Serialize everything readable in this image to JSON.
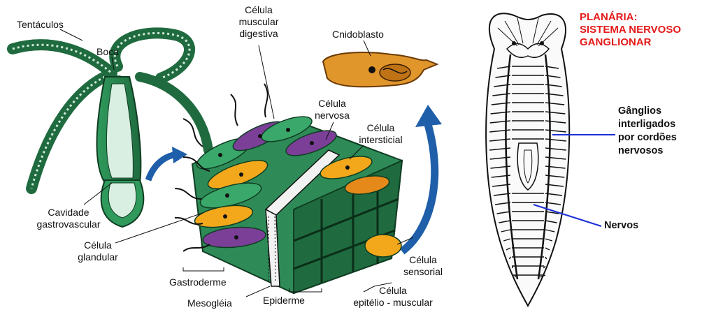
{
  "hydra": {
    "labels": {
      "tentaculos": "Tentáculos",
      "boca": "Boca",
      "celula_muscular_digestiva": [
        "Célula",
        "muscular",
        "digestiva"
      ],
      "cnidoblasto": "Cnidoblasto",
      "celula_nervosa": [
        "Célula",
        "nervosa"
      ],
      "celula_intersticial": [
        "Célula",
        "intersticial"
      ],
      "cavidade_gastrovascular": [
        "Cavidade",
        "gastrovascular"
      ],
      "celula_glandular": [
        "Célula",
        "glandular"
      ],
      "celula_sensorial": [
        "Célula",
        "sensorial"
      ],
      "gastroderme": "Gastroderme",
      "mesogleia": "Mesogléia",
      "epiderme": "Epiderme",
      "celula_epitelio_muscular": [
        "Célula",
        "epitélio - muscular"
      ]
    },
    "colors": {
      "hydra_green": "#2e8b57",
      "dark_green": "#1f6b3f",
      "cell_purple": "#7b3f98",
      "cell_yellow": "#f3a81c",
      "cnidoblast_orange": "#e0962b",
      "arrow_blue": "#1f5ea8"
    }
  },
  "planaria": {
    "title": [
      "PLANÁRIA:",
      "SISTEMA NERVOSO",
      "GANGLIONAR"
    ],
    "ganglios_label": [
      "Gânglios",
      "interligados",
      "por cordões",
      "nervosos"
    ],
    "nervos_label": "Nervos",
    "colors": {
      "title_red": "#e41b1b",
      "pointer_blue": "#1c2fd6"
    }
  }
}
